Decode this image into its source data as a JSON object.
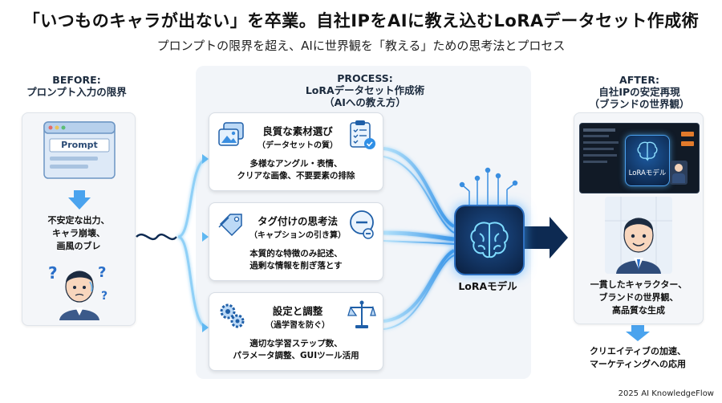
{
  "header": {
    "title": "「いつものキャラが出ない」を卒業。自社IPをAIに教え込むLoRAデータセット作成術",
    "subtitle": "プロンプトの限界を超え、AIに世界観を「教える」ための思考法とプロセス"
  },
  "before": {
    "heading_1": "BEFORE:",
    "heading_2": "プロンプト入力の限界",
    "prompt_label": "Prompt",
    "problems": [
      "不安定な出力、",
      "キャラ崩壊、",
      "画風のブレ"
    ]
  },
  "process": {
    "heading_1": "PROCESS:",
    "heading_2": "LoRAデータセット作成術",
    "heading_3": "（AIへの教え方）",
    "cards": [
      {
        "title": "良質な素材選び",
        "subtitle": "（データセットの質）",
        "body": [
          "多様なアングル・表情、",
          "クリアな画像、不要要素の排除"
        ]
      },
      {
        "title": "タグ付けの思考法",
        "subtitle": "（キャプションの引き算）",
        "body": [
          "本質的な特徴のみ記述、",
          "過剰な情報を削ぎ落とす"
        ]
      },
      {
        "title": "設定と調整",
        "subtitle": "（過学習を防ぐ）",
        "body": [
          "適切な学習ステップ数、",
          "パラメータ調整、GUIツール活用"
        ]
      }
    ],
    "model_label": "LoRAモデル"
  },
  "after": {
    "heading_1": "AFTER:",
    "heading_2": "自社IPの安定再現",
    "heading_3": "（ブランドの世界観）",
    "screen_model_label": "LoRAモデル",
    "results": [
      "一貫したキャラクター、",
      "ブランドの世界観、",
      "高品質な生成"
    ],
    "outcome": [
      "クリエイティブの加速、",
      "マーケティングへの応用"
    ]
  },
  "footer": {
    "credit": "2025 AI KnowledgeFlow"
  },
  "colors": {
    "accent_blue": "#3aa0f0",
    "navy": "#0d2a52",
    "glow": "#6fd3ff"
  },
  "icons": [
    "browser-window-icon",
    "down-arrow-icon",
    "confused-person-icon",
    "photos-icon",
    "checklist-icon",
    "tag-icon",
    "minus-circle-icon",
    "gears-icon",
    "balance-scale-icon",
    "brain-chip-icon",
    "right-arrow-icon",
    "happy-person-icon",
    "monitor-icon"
  ]
}
